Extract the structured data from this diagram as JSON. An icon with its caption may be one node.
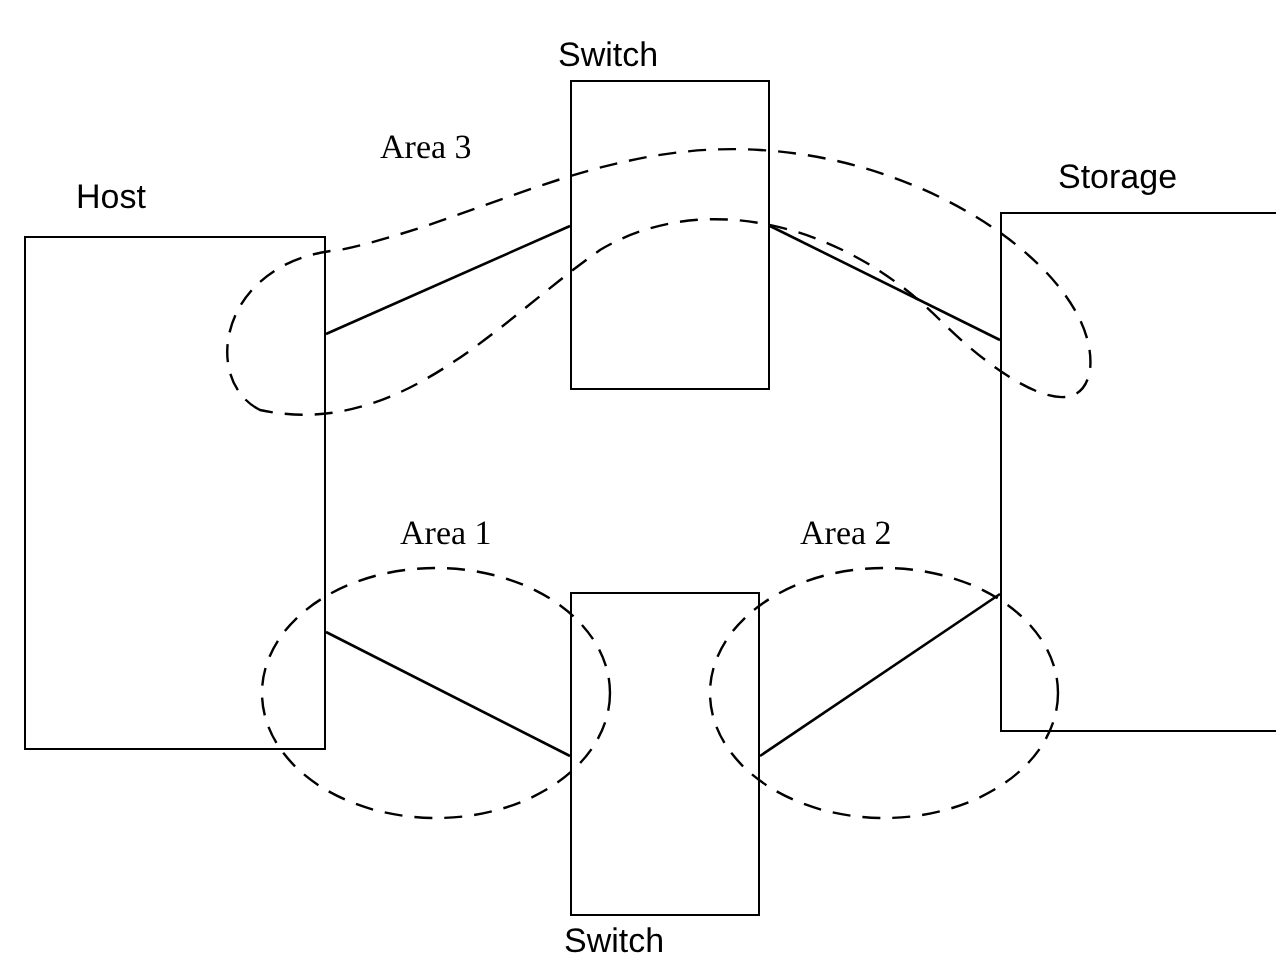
{
  "diagram": {
    "nodes": [
      {
        "text": [
          "Host"
        ]
      },
      {
        "text": [
          "Switch"
        ]
      },
      {
        "text": [
          "Storage"
        ]
      },
      {
        "text": [
          "Switch"
        ]
      }
    ],
    "edges": [
      {
        "from": 0,
        "to": 1,
        "arrow": "none"
      },
      {
        "from": 1,
        "to": 2,
        "arrow": "none"
      },
      {
        "from": 0,
        "to": 3,
        "arrow": "none"
      },
      {
        "from": 3,
        "to": 2,
        "arrow": "none"
      }
    ],
    "labels": [
      "Area 3",
      "Area 1",
      "Area 2"
    ]
  }
}
